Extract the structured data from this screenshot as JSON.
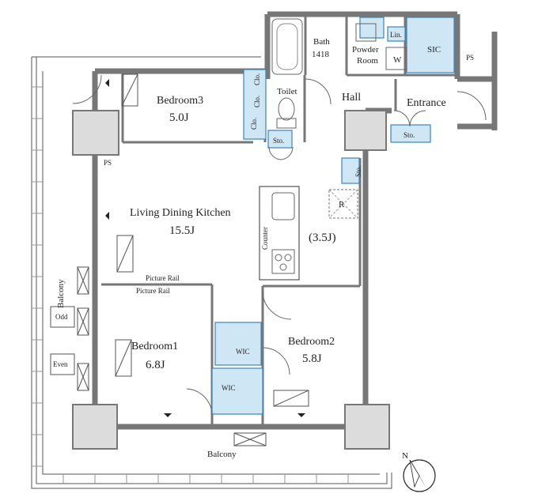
{
  "rooms": {
    "bedroom3": {
      "name": "Bedroom3",
      "area": "5.0J"
    },
    "ldk": {
      "name": "Living Dining Kitchen",
      "area": "15.5J"
    },
    "bedroom1": {
      "name": "Bedroom1",
      "area": "6.8J"
    },
    "bedroom2": {
      "name": "Bedroom2",
      "area": "5.8J"
    },
    "kitchen_extra": {
      "area": "(3.5J)"
    },
    "bath": {
      "name": "Bath",
      "size": "1418"
    },
    "powder_room": {
      "line1": "Powder",
      "line2": "Room"
    },
    "toilet": {
      "name": "Toilet"
    },
    "hall": {
      "name": "Hall"
    },
    "entrance": {
      "name": "Entrance"
    },
    "sic": {
      "name": "SIC"
    }
  },
  "labels": {
    "ps_top": "PS",
    "ps_left": "PS",
    "sto_toilet": "Sto.",
    "sto_entrance": "Sto.",
    "sto_hall": "Sto.",
    "clo1": "Clo.",
    "clo2": "Clo.",
    "clo3": "Clo.",
    "lin": "Lin.",
    "w": "W",
    "r": "R",
    "counter": "Counter",
    "picture_rail_1": "Picture Rail",
    "picture_rail_2": "Picture Rail",
    "wic1": "WIC",
    "wic2": "WIC",
    "balcony_left": "Balcony",
    "balcony_bottom": "Balcony",
    "odd": "Odd",
    "even": "Even",
    "north": "N"
  }
}
